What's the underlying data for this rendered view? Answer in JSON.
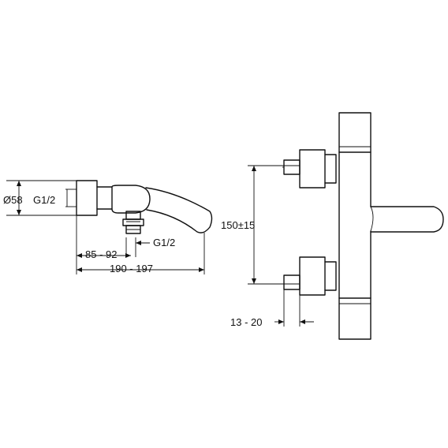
{
  "labels": {
    "diameter": "Ø58",
    "thread_side": "G1/2",
    "thread_bottom": "G1/2",
    "offset_range": "85 - 92",
    "overall_length": "190 - 197",
    "center_distance": "150±15",
    "wall_offset": "13 - 20"
  },
  "views": [
    "side-view",
    "front-view"
  ]
}
